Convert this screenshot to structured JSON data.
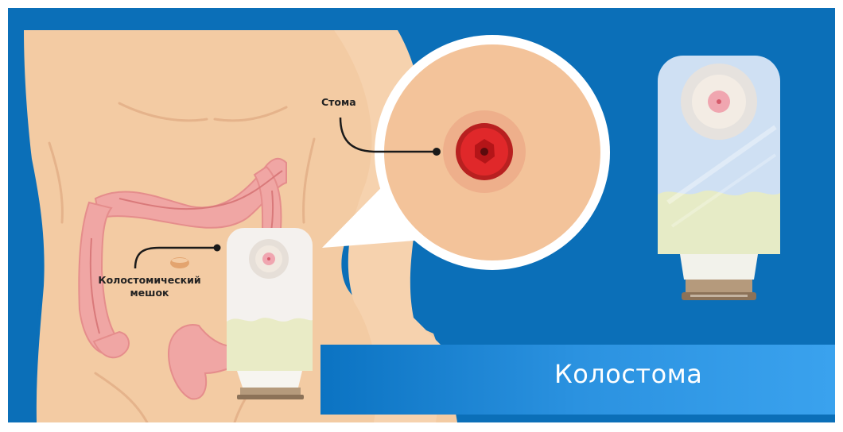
{
  "labels": {
    "stoma": "Стома",
    "bag_line1": "Колостомический",
    "bag_line2": "мешок",
    "title": "Колостома"
  },
  "colors": {
    "background": "#0b6fb8",
    "skin": "#f3cba3",
    "colon": "#f0a6a4",
    "stoma": "#e0282a",
    "banner": "#3aa2ee"
  }
}
